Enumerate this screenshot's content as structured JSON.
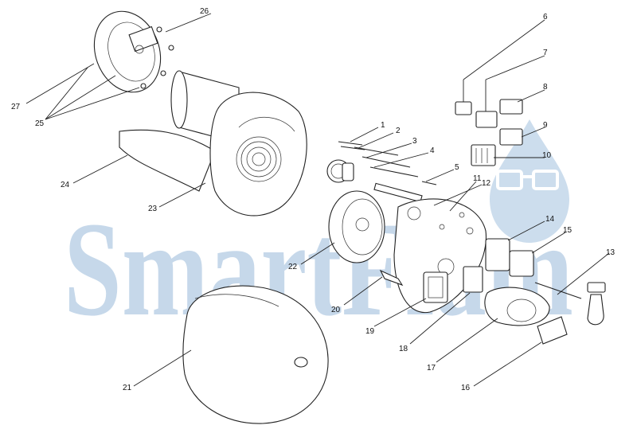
{
  "watermark": {
    "text": "SmartFlam",
    "color": "#8fb3d6"
  },
  "part_labels": [
    "1",
    "2",
    "3",
    "4",
    "5",
    "6",
    "7",
    "8",
    "9",
    "10",
    "11",
    "12",
    "13",
    "14",
    "15",
    "16",
    "17",
    "18",
    "19",
    "20",
    "21",
    "22",
    "23",
    "24",
    "25",
    "26",
    "27"
  ]
}
